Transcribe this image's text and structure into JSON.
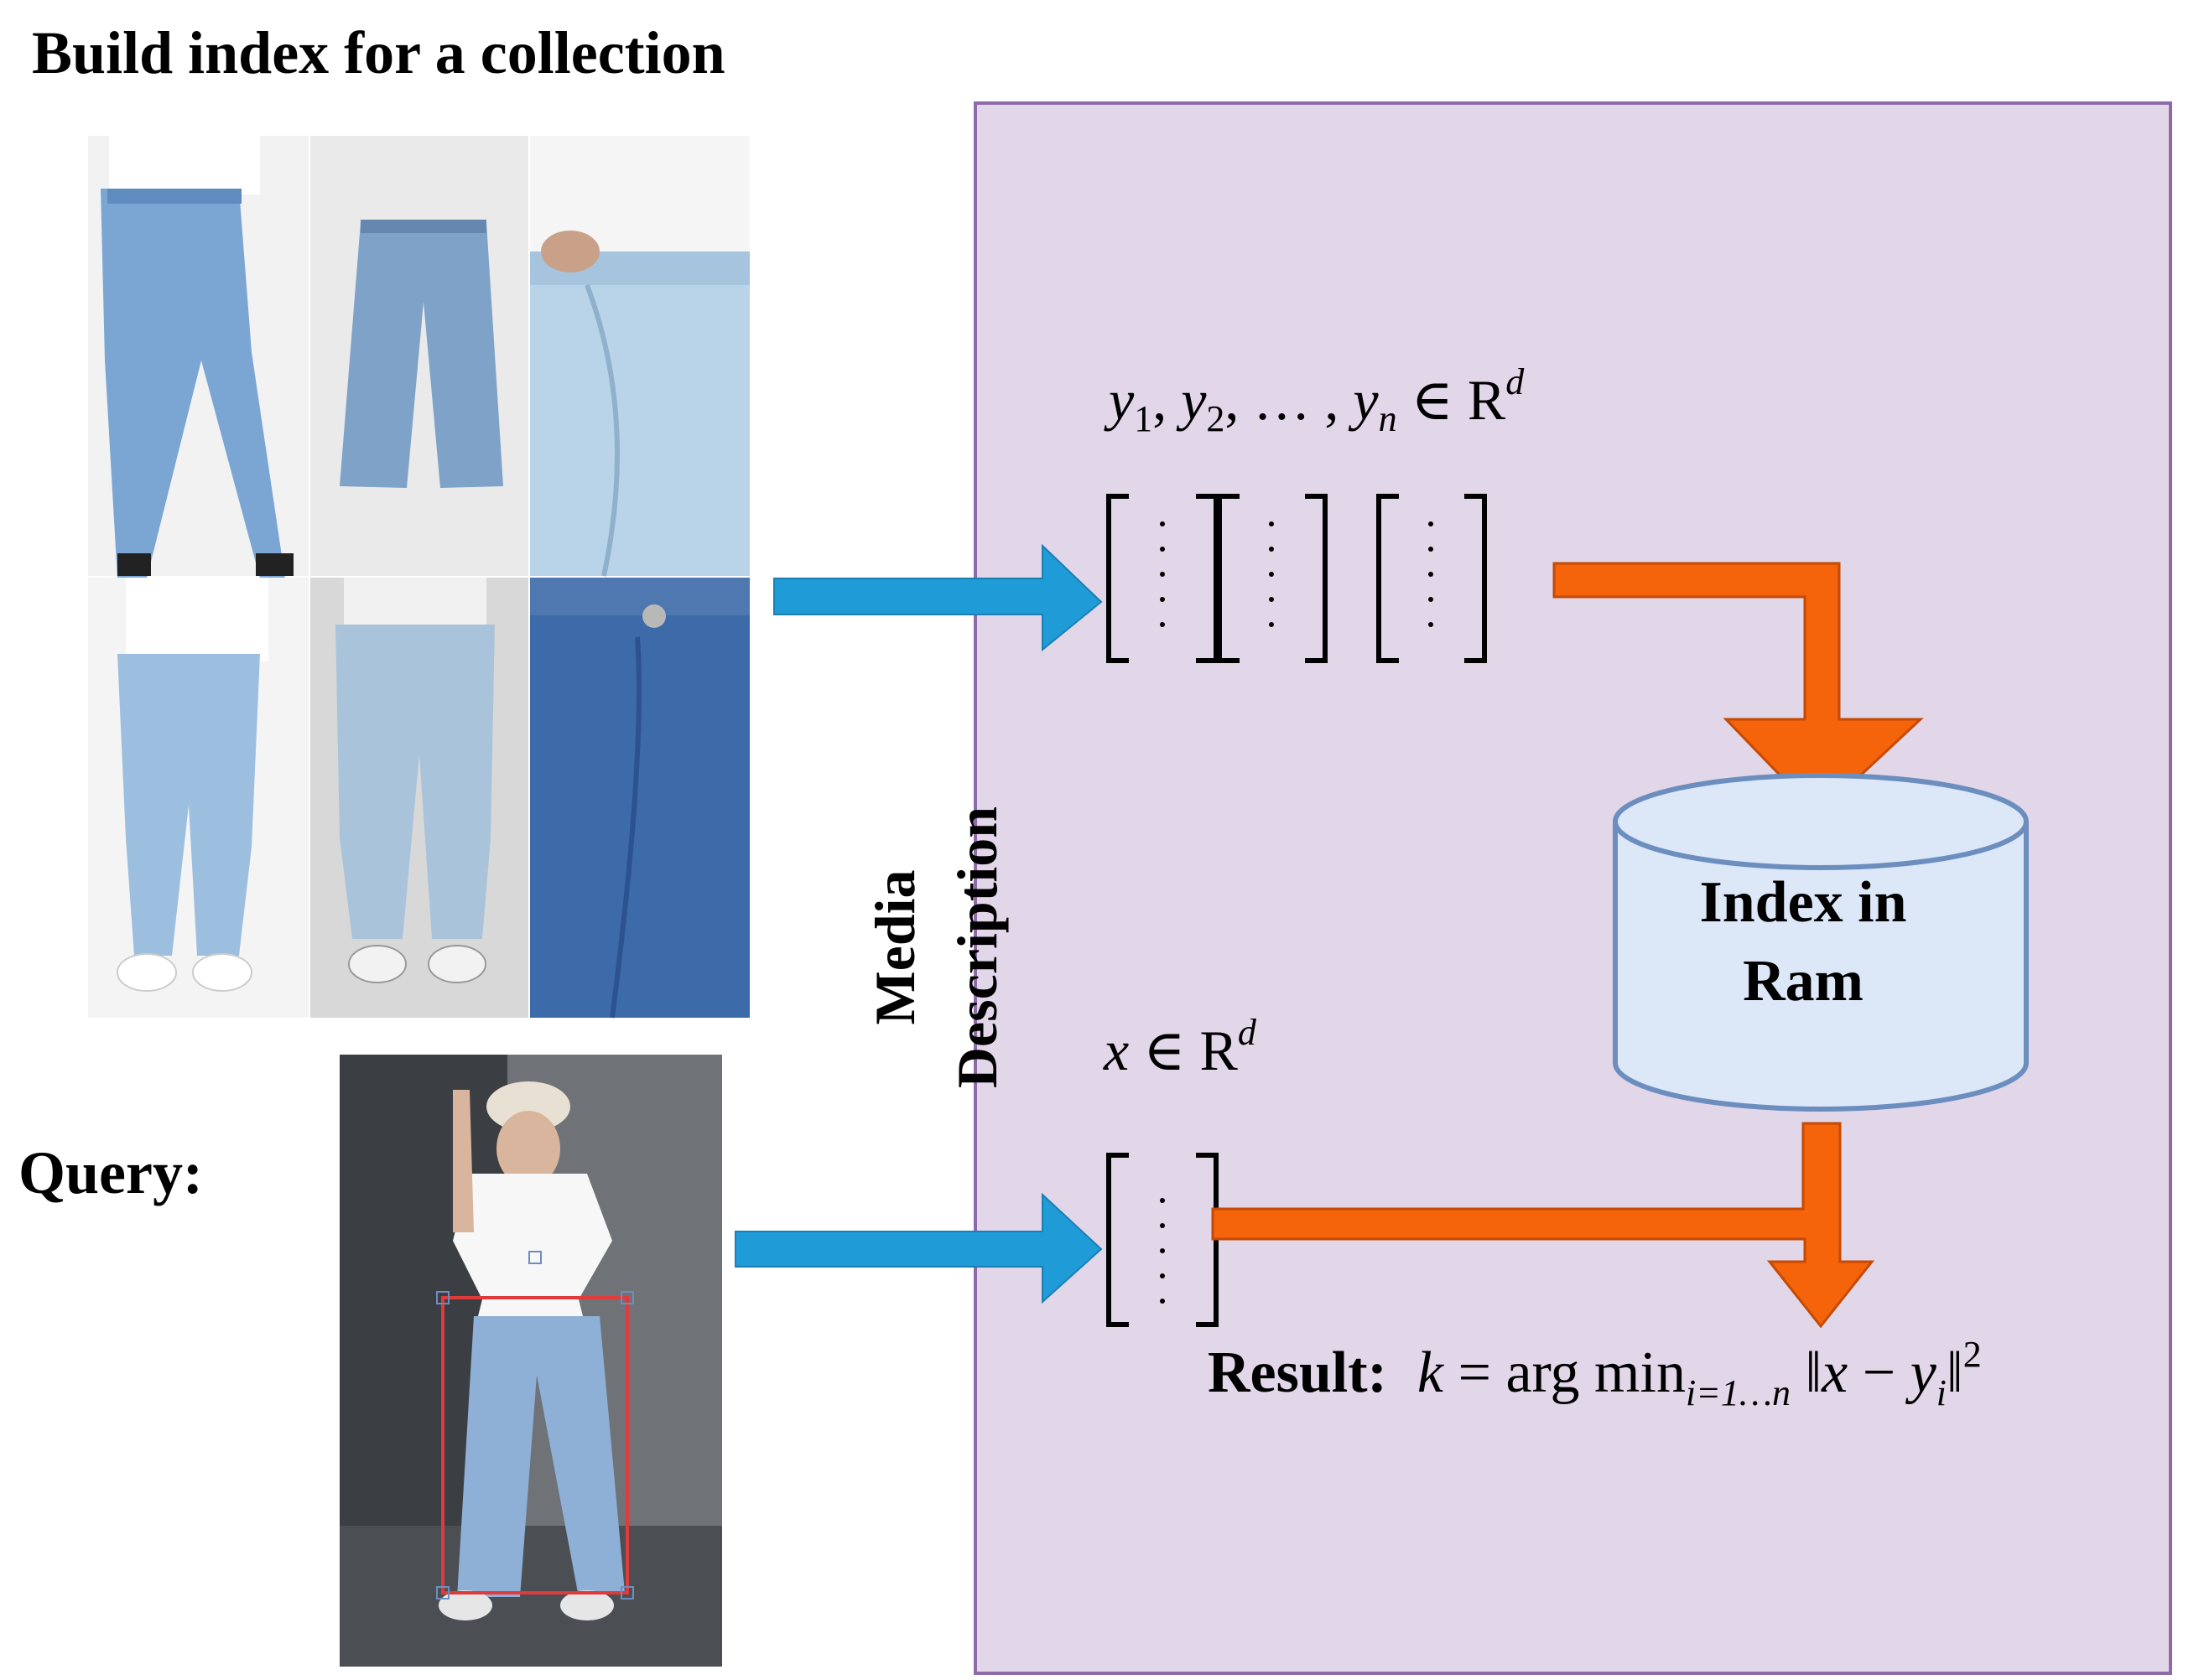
{
  "title": "Build index for a collection",
  "query_label": "Query:",
  "side_label": {
    "line1": "Media",
    "line2": "Description"
  },
  "collection_vectors": {
    "y": "y",
    "sub1": "1",
    "sub2": "2",
    "dots": "…",
    "subn": "n",
    "elem": "∈",
    "space": "R",
    "dim": "d"
  },
  "query_vector": {
    "x": "x",
    "elem": "∈",
    "space": "R",
    "dim": "d"
  },
  "index_label": {
    "line1": "Index in",
    "line2": "Ram"
  },
  "result": {
    "label": "Result:",
    "k": "k",
    "eq": "=",
    "argmin": "arg min",
    "range": "i=1…n",
    "norm_left": "‖",
    "x": "x",
    "minus": "−",
    "y": "y",
    "sub_i": "i",
    "norm_right": "‖",
    "power": "2"
  },
  "colors": {
    "panel_fill": "#e2d6e9",
    "panel_border": "#8e6ba8",
    "blue_arrow": "#1f9bd8",
    "orange_arrow": "#f5630a",
    "cylinder_fill": "#dce8f7",
    "cylinder_border": "#6c8ebf",
    "bbox_red": "#e03a3a"
  },
  "icons": {
    "collection_photos": "jeans-photo-grid",
    "query_photo": "person-in-jeans-photo"
  }
}
